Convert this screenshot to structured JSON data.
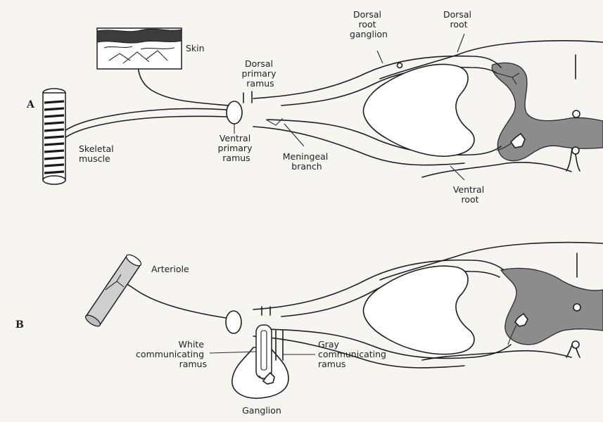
{
  "panels": {
    "a": {
      "letter": "A",
      "labels": {
        "skin": "Skin",
        "dorsal_primary_ramus": [
          "Dorsal",
          "primary",
          "ramus"
        ],
        "dorsal_root_ganglion": [
          "Dorsal",
          "root",
          "ganglion"
        ],
        "dorsal_root": [
          "Dorsal",
          "root"
        ],
        "skeletal_muscle": [
          "Skeletal",
          "muscle"
        ],
        "ventral_primary_ramus": [
          "Ventral",
          "primary",
          "ramus"
        ],
        "meningeal_branch": [
          "Meningeal",
          "branch"
        ],
        "ventral_root": [
          "Ventral",
          "root"
        ]
      }
    },
    "b": {
      "letter": "B",
      "labels": {
        "arteriole": "Arteriole",
        "white_communicating_ramus": [
          "White",
          "communicating",
          "ramus"
        ],
        "gray_communicating_ramus": [
          "Gray",
          "communicating",
          "ramus"
        ],
        "ganglion": "Ganglion"
      }
    }
  },
  "colors": {
    "background": "#f6f5f1",
    "gray_matter": "#8c8c8c",
    "line": "#1f1f1f"
  }
}
